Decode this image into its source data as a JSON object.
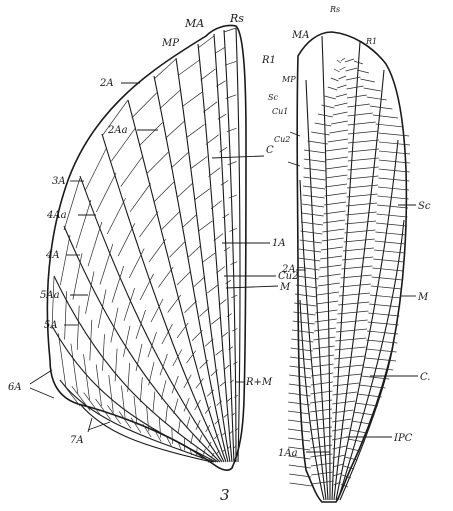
{
  "figure_number": "3",
  "left_wing": {
    "labels": {
      "ma": "MA",
      "mp": "MP",
      "rs": "Rs",
      "r1": "R1",
      "a2": "2A",
      "a2a": "2Aa",
      "a3": "3A",
      "a4a": "4Aa",
      "a4": "4A",
      "a5a": "5Aa",
      "a5": "5A",
      "a6": "6A",
      "a7": "7A",
      "c": "C",
      "a1": "1A",
      "cu2": "Cu2",
      "m": "M",
      "rm": "R+M"
    }
  },
  "right_wing": {
    "labels": {
      "rs": "Rs",
      "ma": "MA",
      "r1": "R1",
      "mp": "MP",
      "sc_top": "Sc",
      "cu1": "Cu1",
      "cu2": "Cu2",
      "sc_side": "Sc",
      "a2": "2A",
      "m": "M",
      "c": "C.",
      "a1a": "1Aa",
      "ipc": "IPC"
    }
  }
}
